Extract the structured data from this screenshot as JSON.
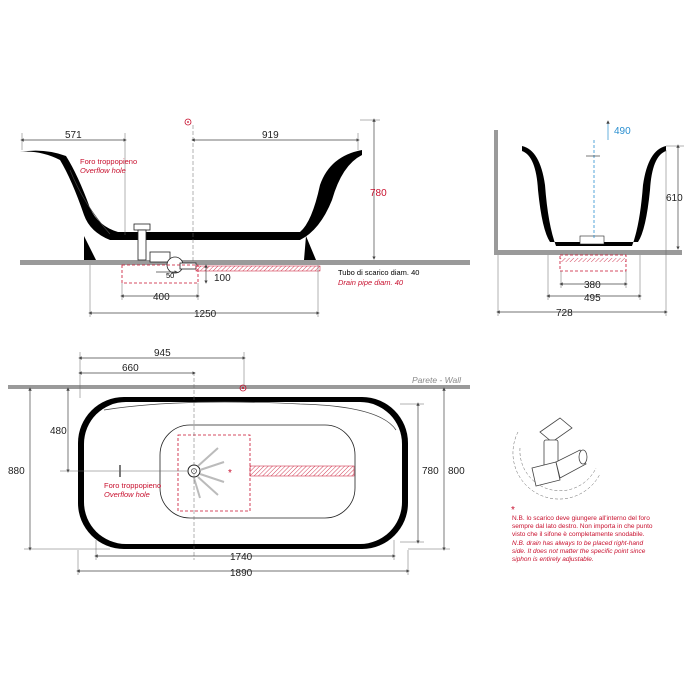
{
  "side_view": {
    "dim_571": "571",
    "dim_919": "919",
    "dim_780": "780",
    "dim_100": "100",
    "dim_50": "50",
    "dim_400": "400",
    "dim_1250": "1250",
    "overflow_it": "Foro troppopieno",
    "overflow_en": "Overflow hole",
    "drain_it": "Tubo di scarico diam. 40",
    "drain_en": "Drain pipe diam. 40"
  },
  "end_view": {
    "dim_490": "490",
    "dim_610": "610",
    "dim_380": "380",
    "dim_495": "495",
    "dim_728": "728"
  },
  "top_view": {
    "dim_945": "945",
    "dim_660": "660",
    "dim_480": "480",
    "dim_880": "880",
    "dim_780": "780",
    "dim_800": "800",
    "dim_1740": "1740",
    "dim_1890": "1890",
    "wall_label": "Parete - Wall",
    "overflow_it": "Foro troppopieno",
    "overflow_en": "Overflow hole"
  },
  "notes": {
    "it_1": "N.B. lo scarico deve giungere all'interno del foro",
    "it_2": "sempre dal lato destro. Non importa in che punto",
    "it_3": "visto che il sifone è completamente snodabile.",
    "en_1": "N.B. drain has always to be placed right-hand",
    "en_2": "side. It does not matter the specific point since",
    "en_3": "siphon is entirely adjustable."
  },
  "colors": {
    "tub_body": "#000000",
    "accent_red": "#c8102e",
    "accent_blue": "#2a8fd0",
    "floor": "#9a9a9a"
  }
}
